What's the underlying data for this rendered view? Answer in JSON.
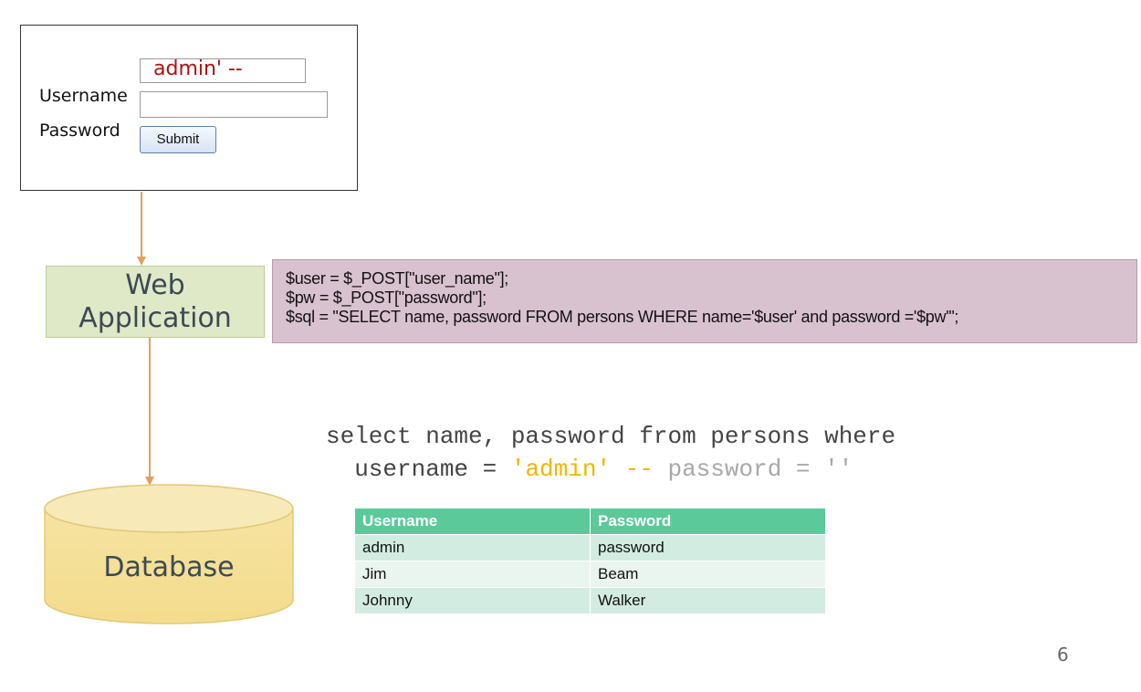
{
  "login_form": {
    "username_label": "Username",
    "password_label": "Password",
    "username_value": "admin' --",
    "password_value": "",
    "submit_label": "Submit"
  },
  "web_app": {
    "line1": "Web",
    "line2": "Application"
  },
  "php_code": [
    "$user = $_POST[\"user_name\"];",
    "$pw = $_POST[\"password\"];",
    "$sql = \"SELECT name, password FROM persons WHERE name='$user' and password ='$pw'\";"
  ],
  "sql_query": {
    "line1": "select name, password from persons where",
    "line2_prefix": "  username = ",
    "injected_value": "'admin'",
    "comment_marker": " --",
    "commented_out": " password = ''"
  },
  "database": {
    "label": "Database"
  },
  "users_table": {
    "headers": [
      "Username",
      "Password"
    ],
    "rows": [
      [
        "admin",
        "password"
      ],
      [
        "Jim",
        "Beam"
      ],
      [
        "Johnny",
        "Walker"
      ]
    ]
  },
  "colors": {
    "arrow": "#e0a25c",
    "highlight": "#f5b400",
    "table_header": "#5cc99b",
    "web_app_fill": "#dfe9c7",
    "code_fill": "#d9c2cf",
    "database_fill": "#f7e3a3"
  },
  "page_number": "6"
}
